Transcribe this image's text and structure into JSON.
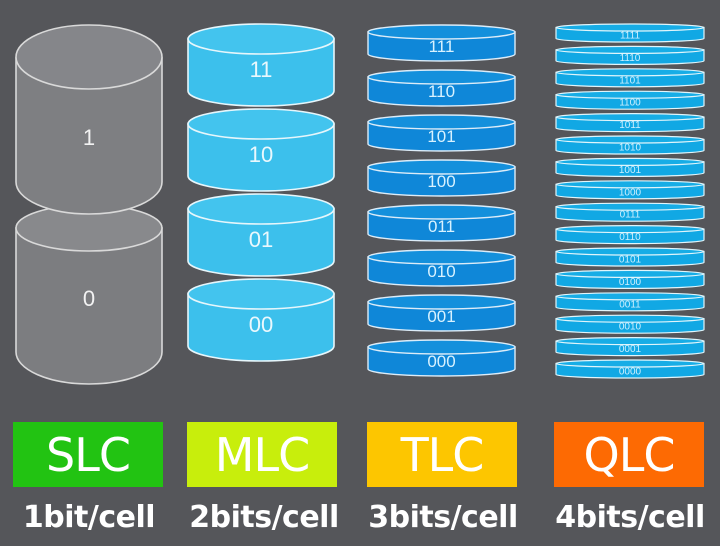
{
  "background": "#55565a",
  "columns": [
    {
      "id": "slc",
      "label": "SLC",
      "subtitle": "1bit/cell",
      "label_color": "#22c312",
      "cell_color": "#828385",
      "levels": [
        "1",
        "0"
      ]
    },
    {
      "id": "mlc",
      "label": "MLC",
      "subtitle": "2bits/cell",
      "label_color": "#c8ee0c",
      "cell_color": "#3cc0ec",
      "levels": [
        "11",
        "10",
        "01",
        "00"
      ]
    },
    {
      "id": "tlc",
      "label": "TLC",
      "subtitle": "3bits/cell",
      "label_color": "#fdc600",
      "cell_color": "#0f87d8",
      "levels": [
        "111",
        "110",
        "101",
        "100",
        "011",
        "010",
        "001",
        "000"
      ]
    },
    {
      "id": "qlc",
      "label": "QLC",
      "subtitle": "4bits/cell",
      "label_color": "#fd6a03",
      "cell_color": "#11a8e4",
      "levels": [
        "1111",
        "1110",
        "1101",
        "1100",
        "1011",
        "1010",
        "1001",
        "1000",
        "0111",
        "0110",
        "0101",
        "0100",
        "0011",
        "0010",
        "0001",
        "0000"
      ]
    }
  ]
}
